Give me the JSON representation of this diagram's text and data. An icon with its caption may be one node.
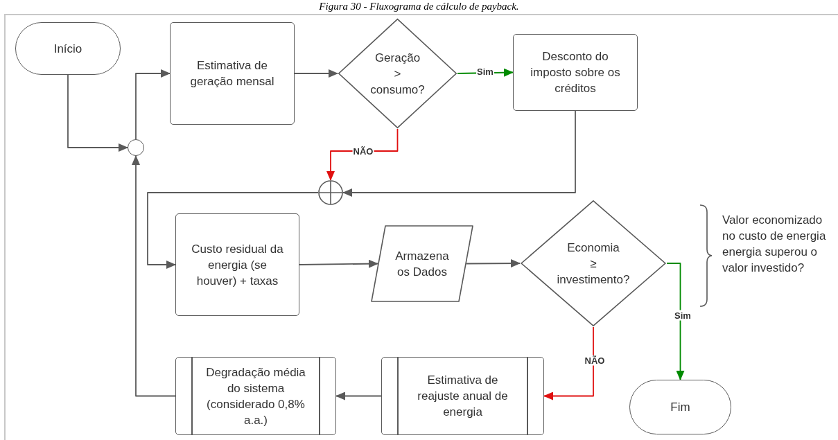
{
  "diagram": {
    "title": "Figura 30 - Fluxograma de cálculo de payback.",
    "nodes": [
      {
        "text": [
          "Início"
        ]
      },
      {
        "text": [
          "Estimativa de geração mensal"
        ]
      },
      {
        "text": [
          "Geração > consumo?"
        ]
      },
      {
        "text": [
          "Desconto do imposto sobre os créditos"
        ]
      },
      {
        "text": [],
        "shape": "circle"
      },
      {
        "text": [],
        "shape": "circle"
      },
      {
        "text": [
          "Custo residual da energia (se houver) + taxas"
        ]
      },
      {
        "text": [
          "Armazena os Dados"
        ]
      },
      {
        "text": [
          "Economia ≥ investimento?"
        ]
      },
      {
        "text": [
          "Degradação média do sistema (considerado 0,8% a.a.)"
        ]
      },
      {
        "text": [
          "Estimativa de reajuste anual de energia"
        ]
      },
      {
        "text": [
          "Fim"
        ]
      }
    ],
    "edges": [
      {
        "from": 0,
        "to": 4,
        "arrow": "to"
      },
      {
        "from": 4,
        "to": 1,
        "arrow": "to"
      },
      {
        "from": 1,
        "to": 2,
        "arrow": "to"
      },
      {
        "from": 2,
        "to": 3,
        "arrow": "to",
        "label": "Sim",
        "color": "#008a00"
      },
      {
        "from": 2,
        "to": 5,
        "arrow": "to",
        "label": "NÃO",
        "color": "#e01010"
      },
      {
        "from": 3,
        "to": 5,
        "arrow": "to"
      },
      {
        "from": 5,
        "to": 6,
        "arrow": "to"
      },
      {
        "from": 6,
        "to": 7,
        "arrow": "to"
      },
      {
        "from": 7,
        "to": 8,
        "arrow": "to"
      },
      {
        "from": 8,
        "to": 11,
        "arrow": "to",
        "label": "Sim",
        "color": "#008a00"
      },
      {
        "from": 8,
        "to": 10,
        "arrow": "to",
        "label": "NÃO",
        "color": "#e01010"
      },
      {
        "from": 10,
        "to": 9,
        "arrow": "to"
      },
      {
        "from": 9,
        "to": 4,
        "arrow": "to"
      }
    ],
    "labels": [
      "Valor economizado no custo de energia energia superou o valor investido?"
    ]
  }
}
